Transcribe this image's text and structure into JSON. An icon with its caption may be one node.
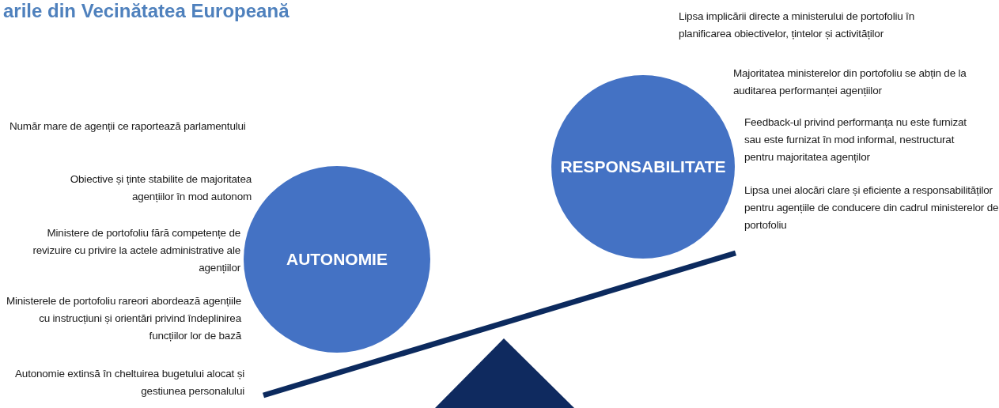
{
  "diagram": {
    "title": "arile din Vecinătatea Europeană",
    "nodes": [
      {
        "text": [
          "AUTONOMIE"
        ]
      },
      {
        "text": [
          "RESPONSABILITATE"
        ]
      }
    ],
    "labels": [
      "Număr mare de agenții ce raportează parlamentului",
      "Obiective și ținte stabilite de majoritatea agențiilor în mod autonom",
      "Ministere de portofoliu fără competențe de revizuire cu privire la actele administrative ale agențiilor",
      "Ministerele de portofoliu rareori abordează agențiile cu instrucțiuni și orientări privind îndeplinirea funcțiilor lor de bază",
      "Autonomie extinsă în cheltuirea bugetului alocat și gestiunea personalului",
      "Lipsa implicării directe a ministerului de portofoliu în planificarea obiectivelor, țintelor și activităților",
      "Majoritatea ministerelor din portofoliu se abțin de la auditarea performanței agențiilor",
      "Feedback-ul privind performanța nu este furnizat sau este furnizat în mod informal, nestructurat pentru majoritatea agenților",
      "Lipsa unei alocări clare și eficiente a responsabilităților pentru agențiile de conducere din cadrul ministerelor de portofoliu"
    ]
  }
}
